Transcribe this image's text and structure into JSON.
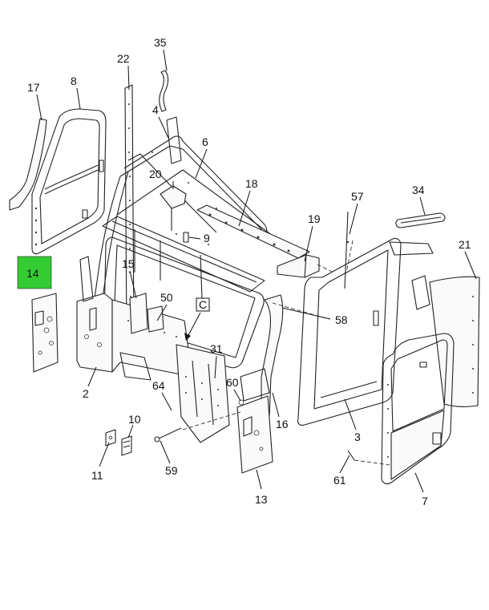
{
  "highlight_color": "#33cc33",
  "highlighted_callout": "14",
  "view_label": "C",
  "callouts": [
    {
      "id": "35",
      "label": "35"
    },
    {
      "id": "22",
      "label": "22"
    },
    {
      "id": "17",
      "label": "17"
    },
    {
      "id": "8",
      "label": "8"
    },
    {
      "id": "4",
      "label": "4"
    },
    {
      "id": "6",
      "label": "6"
    },
    {
      "id": "20",
      "label": "20"
    },
    {
      "id": "18",
      "label": "18"
    },
    {
      "id": "57",
      "label": "57"
    },
    {
      "id": "34",
      "label": "34"
    },
    {
      "id": "19",
      "label": "19"
    },
    {
      "id": "9",
      "label": "9"
    },
    {
      "id": "21",
      "label": "21"
    },
    {
      "id": "14",
      "label": "14"
    },
    {
      "id": "15",
      "label": "15"
    },
    {
      "id": "50",
      "label": "50"
    },
    {
      "id": "58",
      "label": "58"
    },
    {
      "id": "31",
      "label": "31"
    },
    {
      "id": "2",
      "label": "2"
    },
    {
      "id": "64",
      "label": "64"
    },
    {
      "id": "60",
      "label": "60"
    },
    {
      "id": "16",
      "label": "16"
    },
    {
      "id": "3",
      "label": "3"
    },
    {
      "id": "10",
      "label": "10"
    },
    {
      "id": "11",
      "label": "11"
    },
    {
      "id": "59",
      "label": "59"
    },
    {
      "id": "61",
      "label": "61"
    },
    {
      "id": "7",
      "label": "7"
    },
    {
      "id": "13",
      "label": "13"
    }
  ]
}
